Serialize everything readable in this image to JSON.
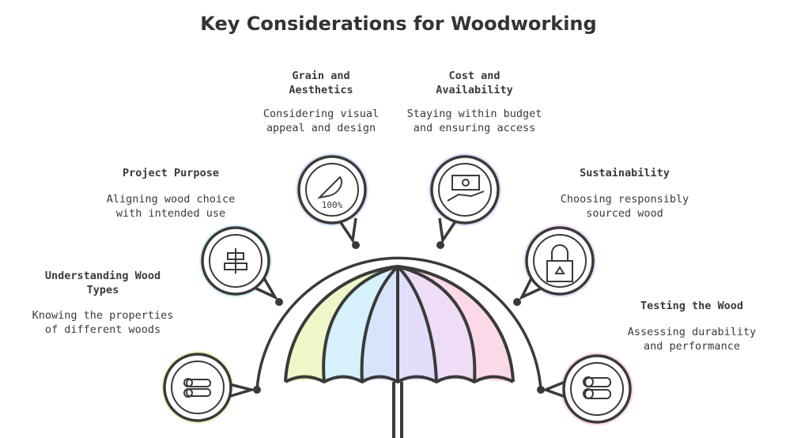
{
  "title": "Key Considerations for Woodworking",
  "items": [
    {
      "heading": "Understanding Wood Types",
      "description": "Knowing the properties of different woods",
      "icon": "logs-icon",
      "color": "#eef7c8"
    },
    {
      "heading": "Project Purpose",
      "description": "Aligning wood choice with intended use",
      "icon": "align-icon",
      "color": "#d6f1fb"
    },
    {
      "heading": "Grain and Aesthetics",
      "description": "Considering visual appeal and design",
      "icon": "feather-100-icon",
      "icon_text": "100%",
      "color": "#d7e4fb"
    },
    {
      "heading": "Cost and Availability",
      "description": "Staying within budget and ensuring access",
      "icon": "money-hand-icon",
      "color": "#e2ddfb"
    },
    {
      "heading": "Sustainability",
      "description": "Choosing responsibly sourced wood",
      "icon": "recycle-lock-icon",
      "color": "#efdcf7"
    },
    {
      "heading": "Testing the Wood",
      "description": "Assessing durability and performance",
      "icon": "logs-icon",
      "color": "#fbd9e8"
    }
  ]
}
